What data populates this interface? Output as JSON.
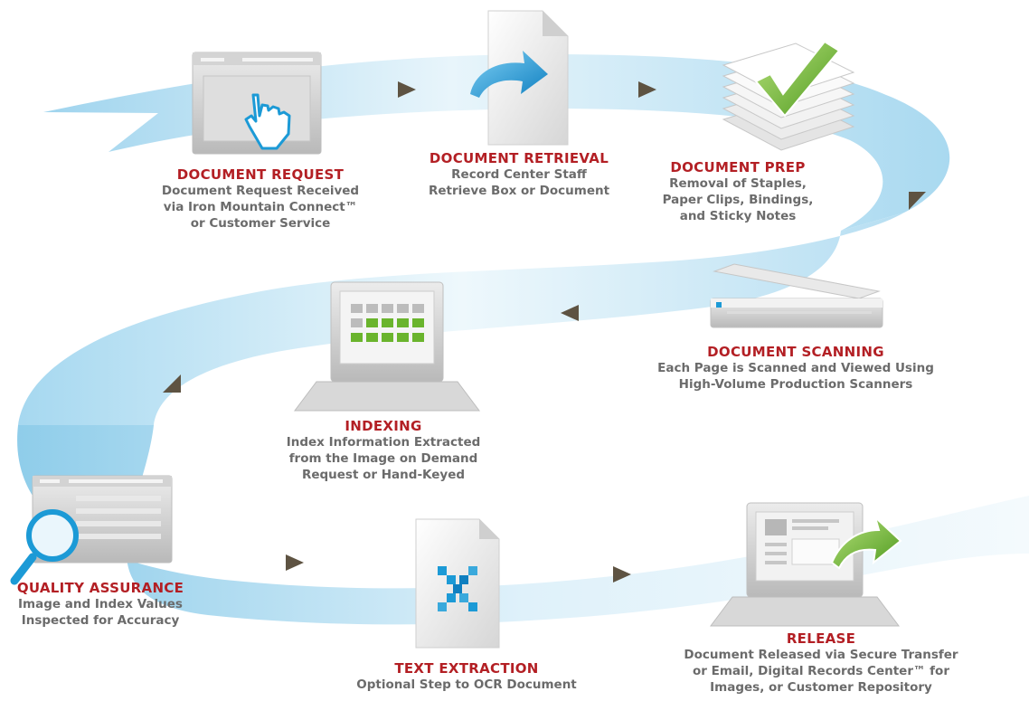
{
  "colors": {
    "ribbon_light": "#e6f4fb",
    "ribbon_mid": "#bfe2f3",
    "ribbon_dark": "#8ccbea",
    "title_red": "#b31f24",
    "desc_gray": "#6b6b6b",
    "arrow": "#5e5342",
    "accent_blue": "#1c9ad6",
    "accent_green": "#6ab42d"
  },
  "steps": {
    "request": {
      "title": "DOCUMENT REQUEST",
      "lines": [
        "Document Request Received",
        "via Iron Mountain Connect™",
        "or Customer Service"
      ],
      "icon": "browser-hand-icon"
    },
    "retrieval": {
      "title": "DOCUMENT RETRIEVAL",
      "lines": [
        "Record Center Staff",
        "Retrieve Box or Document"
      ],
      "icon": "document-arrow-icon"
    },
    "prep": {
      "title": "DOCUMENT PREP",
      "lines": [
        "Removal of Staples,",
        "Paper Clips, Bindings,",
        "and Sticky Notes"
      ],
      "icon": "paper-stack-check-icon"
    },
    "scanning": {
      "title": "DOCUMENT SCANNING",
      "lines": [
        "Each Page is Scanned and Viewed Using",
        "High-Volume Production Scanners"
      ],
      "icon": "scanner-icon"
    },
    "indexing": {
      "title": "INDEXING",
      "lines": [
        "Index Information Extracted",
        "from the Image on Demand",
        "Request or Hand-Keyed"
      ],
      "icon": "monitor-grid-icon"
    },
    "quality": {
      "title": "QUALITY ASSURANCE",
      "lines": [
        "Image and Index Values",
        "Inspected for Accuracy"
      ],
      "icon": "magnifier-window-icon"
    },
    "extraction": {
      "title": "TEXT EXTRACTION",
      "lines": [
        "Optional Step to OCR Document"
      ],
      "icon": "ocr-document-icon"
    },
    "release": {
      "title": "RELEASE",
      "lines": [
        "Document Released via Secure Transfer",
        "or Email, Digital Records Center™ for",
        "Images, or Customer Repository"
      ],
      "icon": "monitor-release-arrow-icon"
    }
  },
  "flow_arrows": [
    {
      "direction": "right"
    },
    {
      "direction": "right"
    },
    {
      "direction": "down-right"
    },
    {
      "direction": "left"
    },
    {
      "direction": "down-left"
    },
    {
      "direction": "right"
    },
    {
      "direction": "right"
    }
  ]
}
